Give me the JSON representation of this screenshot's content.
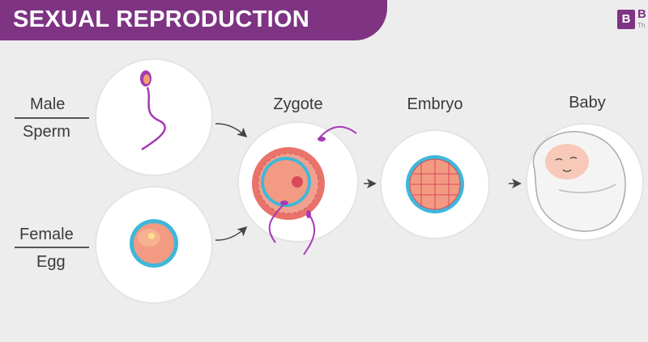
{
  "header": {
    "title": "SEXUAL REPRODUCTION",
    "logo_mark": "B",
    "logo_text": "B",
    "logo_tagline": "Th"
  },
  "labels": {
    "male": "Male",
    "sperm": "Sperm",
    "female": "Female",
    "egg": "Egg"
  },
  "stages": {
    "zygote": "Zygote",
    "embryo": "Embryo",
    "baby": "Baby"
  },
  "colors": {
    "brand": "#7e3383",
    "sperm": "#a63ab5",
    "egg_ring": "#3fb7d9",
    "egg_body": "#f29a82"
  }
}
